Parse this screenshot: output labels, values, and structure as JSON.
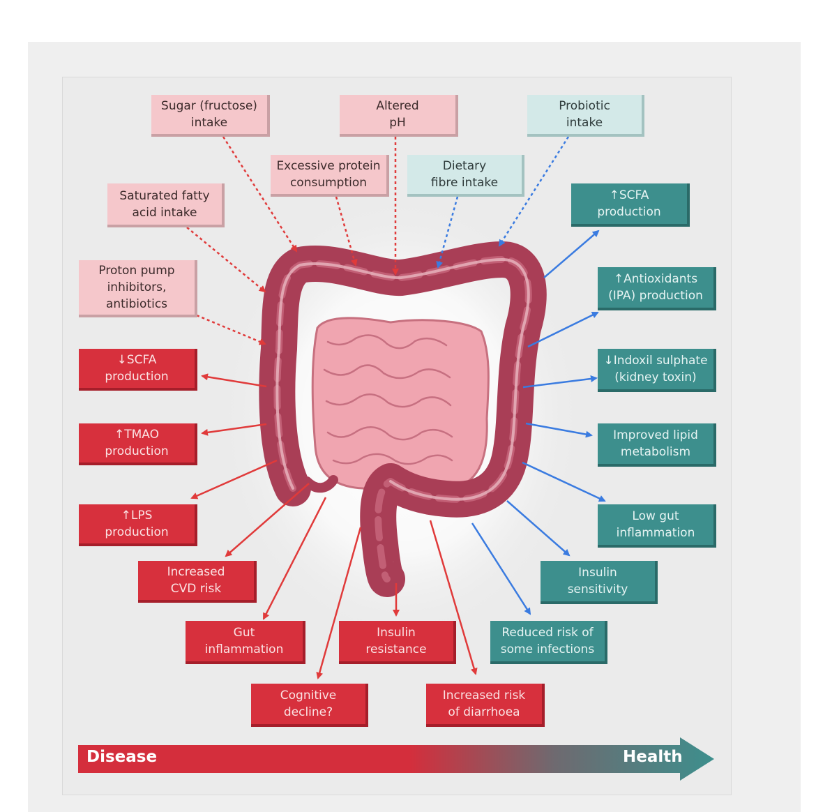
{
  "colors": {
    "harm_input": "#f5c7cb",
    "benefit_input": "#d3e9e8",
    "disease_outcome": "#d7303d",
    "health_outcome": "#3d8f8d",
    "harm_arrow": "#e03a3a",
    "benefit_arrow": "#3a7be0"
  },
  "inputs_harmful": [
    {
      "id": "sugar",
      "label": "Sugar (fructose)\nintake"
    },
    {
      "id": "ph",
      "label": "Altered\npH"
    },
    {
      "id": "protein",
      "label": "Excessive protein\nconsumption"
    },
    {
      "id": "fat",
      "label": "Saturated fatty\nacid intake"
    },
    {
      "id": "ppi",
      "label": "Proton pump\ninhibitors,\nantibiotics"
    }
  ],
  "inputs_beneficial": [
    {
      "id": "probiotic",
      "label": "Probiotic\nintake"
    },
    {
      "id": "fibre",
      "label": "Dietary\nfibre intake"
    }
  ],
  "outcomes_disease": [
    {
      "id": "scfa-down",
      "label": "↓SCFA\nproduction"
    },
    {
      "id": "tmao",
      "label": "↑TMAO\nproduction"
    },
    {
      "id": "lps",
      "label": "↑LPS\nproduction"
    },
    {
      "id": "cvd",
      "label": "Increased\nCVD risk"
    },
    {
      "id": "gut-inflammation",
      "label": "Gut\ninflammation"
    },
    {
      "id": "cognitive",
      "label": "Cognitive\ndecline?"
    },
    {
      "id": "insulin-resistance",
      "label": "Insulin\nresistance"
    },
    {
      "id": "diarrhoea",
      "label": "Increased risk\nof diarrhoea"
    }
  ],
  "outcomes_health": [
    {
      "id": "scfa-up",
      "label": "↑SCFA\nproduction"
    },
    {
      "id": "antioxidants",
      "label": "↑Antioxidants\n(IPA) production"
    },
    {
      "id": "indoxil",
      "label": "↓Indoxil sulphate\n(kidney toxin)"
    },
    {
      "id": "lipid",
      "label": "Improved lipid\nmetabolism"
    },
    {
      "id": "low-gut",
      "label": "Low gut\ninflammation"
    },
    {
      "id": "insulin-sensitivity",
      "label": "Insulin\nsensitivity"
    },
    {
      "id": "infections",
      "label": "Reduced risk of\nsome infections"
    }
  ],
  "scale": {
    "left_label": "Disease",
    "right_label": "Health"
  },
  "illustration": {
    "icon": "intestine-illustration"
  }
}
